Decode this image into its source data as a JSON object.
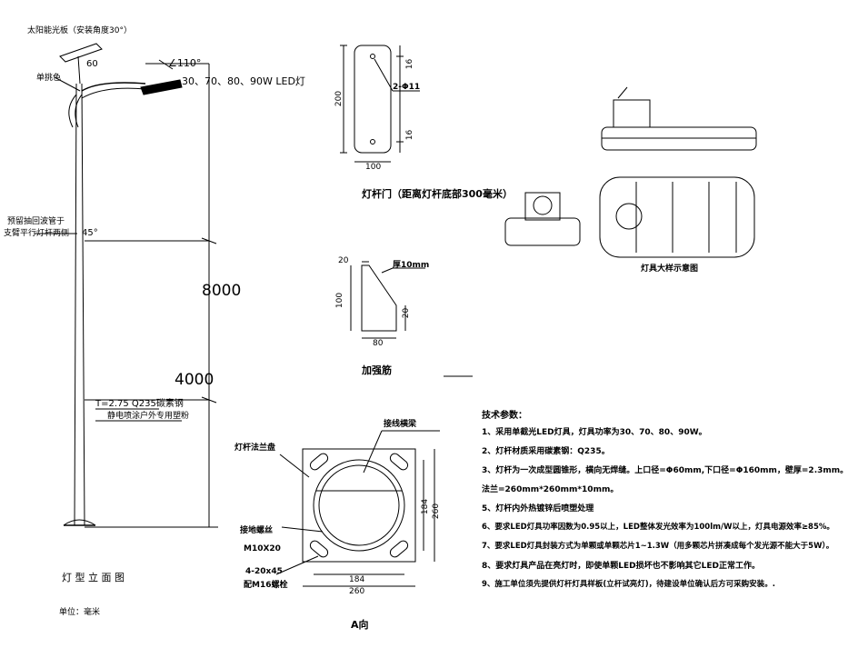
{
  "elevation": {
    "solar_panel": "太阳能光板（安装角度30°）",
    "panel_dim": "60",
    "arm_label": "单挑色",
    "angle_label": "∠110°",
    "lamp_label": "30、70、80、90W LED灯",
    "pipe_note_1": "预留抽回波管于",
    "pipe_note_2": "支臂平行灯杆两侧",
    "angle_45": "45°",
    "height_total": "8000",
    "height_mid": "4000",
    "material_1": "T=2.75 Q235碳素钢",
    "material_2": "静电喷涂户外专用塑粉",
    "title": "灯 型 立 面 图",
    "unit": "单位：毫米"
  },
  "door": {
    "dim_200": "200",
    "dim_16_top": "16",
    "dim_16_bot": "16",
    "hole": "2-Φ11",
    "dim_100": "100",
    "caption": "灯杆门（距离灯杆底部300毫米）"
  },
  "rib": {
    "dim_20_top": "20",
    "thickness": "厚10mm",
    "dim_100": "100",
    "dim_20_side": "20",
    "dim_80": "80",
    "caption": "加强筋"
  },
  "fixture": {
    "caption": "灯具大样示意图"
  },
  "flange": {
    "label_flange": "灯杆法兰盘",
    "label_wire": "接线横梁",
    "label_bolt": "接地螺丝",
    "label_bolt_spec": "M10X20",
    "label_holes": "4-20x45",
    "label_anchor": "配M16螺栓",
    "dim_184_v": "184",
    "dim_260_v": "260",
    "dim_184_h": "184",
    "dim_260_h": "260",
    "caption": "A向"
  },
  "specs": {
    "title": "技术参数：",
    "items": [
      "1、采用单截光LED灯具，灯具功率为30、70、80、90W。",
      "2、灯杆材质采用碳素钢：Q235。",
      "3、灯杆为一次成型圆锥形，横向无焊缝。上口径=Φ60mm,下口径=Φ160mm，壁厚=2.3mm。",
      "法兰=260mm*260mm*10mm。",
      "5、灯杆内外热镀锌后喷塑处理",
      "6、要求LED灯具功率因数为0.95以上，LED整体发光效率为100lm/W以上，灯具电源效率≥85%。",
      "7、要求LED灯具封装方式为单颗或单颗芯片1~1.3W（用多颗芯片拼凑成每个发光源不能大于5W）。",
      "8、要求灯具产品在亮灯时，即使单颗LED损坏也不影响其它LED正常工作。",
      "9、施工单位须先提供灯杆灯具样板(立杆试亮灯)，待建设单位确认后方可采购安装。."
    ]
  }
}
